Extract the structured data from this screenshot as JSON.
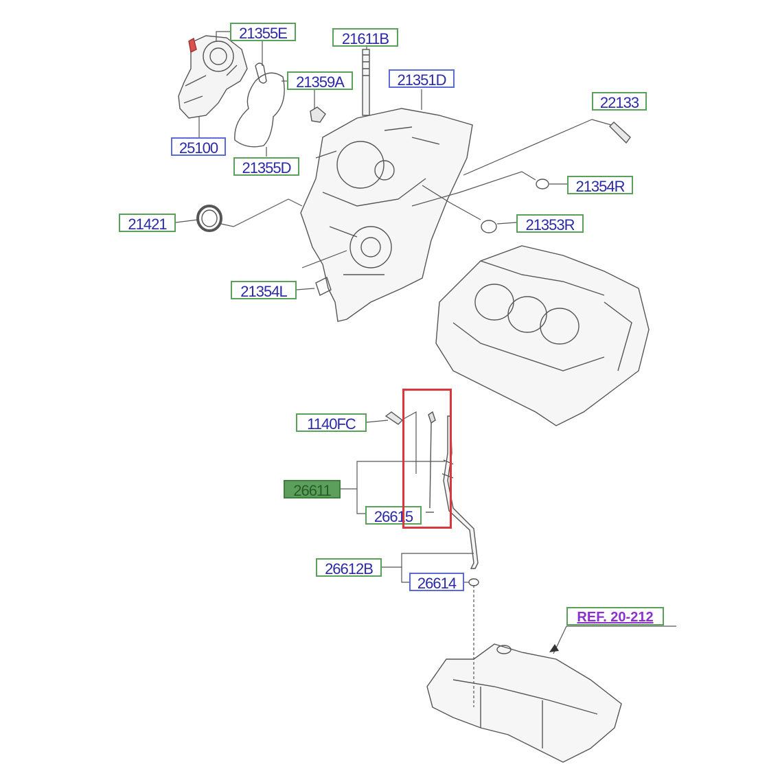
{
  "diagram": {
    "labels": {
      "p21355E": "21355E",
      "p21611B": "21611B",
      "p21359A": "21359A",
      "p21351D": "21351D",
      "p22133": "22133",
      "p25100": "25100",
      "p21355D": "21355D",
      "p21354R": "21354R",
      "p21421": "21421",
      "p21353R": "21353R",
      "p21354L": "21354L",
      "p1140FC": "1140FC",
      "p26611": "26611",
      "p26615": "26615",
      "p26612B": "26612B",
      "p26614": "26614",
      "ref": "REF. 20-212"
    },
    "colors": {
      "label_border": "#5aa05a",
      "label_text": "#2a2aa8",
      "highlight_label_fill": "#5c9e5c",
      "ref_text": "#8b2fd0",
      "highlight_box": "#d9363e",
      "line_art": "#555555"
    }
  }
}
